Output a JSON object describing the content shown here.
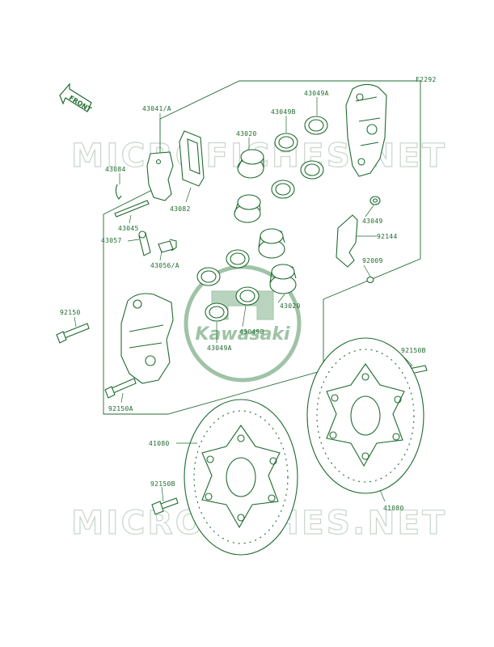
{
  "diagram_code": "F2292",
  "front_label": "FRONT",
  "watermark_text": "MICROFICHES.NET",
  "logo_text": "Kawasaki",
  "colors": {
    "line": "#1f6b2f",
    "watermark": "#c9d6cc",
    "logo": "#9fc3a6"
  },
  "labels": {
    "l43041": "43041/A",
    "l43049A": "43049A",
    "l43049B_top": "43049B",
    "l43020_top": "43020",
    "l43084": "43084",
    "l43082": "43082",
    "l43045": "43045",
    "l43057": "43057",
    "l43056": "43056/A",
    "l43049": "43049",
    "l92144": "92144",
    "l92009": "92009",
    "l43020_bot": "43020",
    "l43049B_bot": "43049B",
    "l43049A_bot": "43049A",
    "l92150": "92150",
    "l92150A": "92150A",
    "l92150B_right": "92150B",
    "l41080_left": "41080",
    "l92150B_left": "92150B",
    "l41080_right": "41080"
  }
}
